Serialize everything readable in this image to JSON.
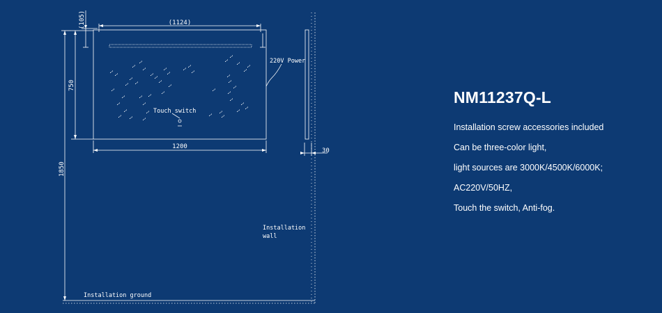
{
  "product": {
    "model": "NM11237Q-L",
    "features": [
      "Installation screw accessories included",
      "Can be three-color light,",
      "light sources are 3000K/4500K/6000K;",
      "AC220V/50HZ,",
      "Touch the switch, Anti-fog."
    ]
  },
  "drawing": {
    "dim_top_offset": "(105)",
    "dim_screw_span": "(1124)",
    "dim_height": "750",
    "dim_width": "1200",
    "dim_mount_height": "1850",
    "dim_depth": "30",
    "label_power": "220V Power",
    "label_touch": "Touch switch",
    "label_wall": [
      "Installation",
      "wall"
    ],
    "label_ground": "Installation ground"
  },
  "colors": {
    "background": "#0d3a73",
    "line": "#ffffff"
  }
}
